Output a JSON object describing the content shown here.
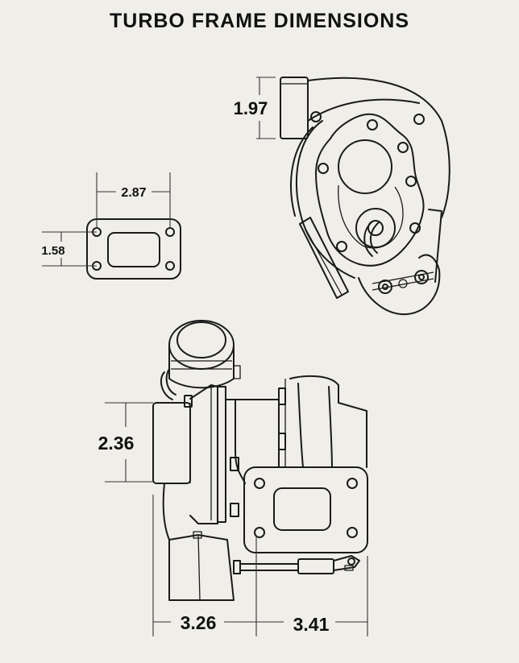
{
  "title": "TURBO FRAME DIMENSIONS",
  "dimensions": {
    "compressor_outlet_height": "1.97",
    "flange_width": "2.87",
    "flange_height": "1.58",
    "inlet_height": "2.36",
    "left_length": "3.26",
    "right_length": "3.41"
  },
  "colors": {
    "background": "#F0EEE9",
    "line": "#1a1a1a",
    "text": "#111111"
  }
}
